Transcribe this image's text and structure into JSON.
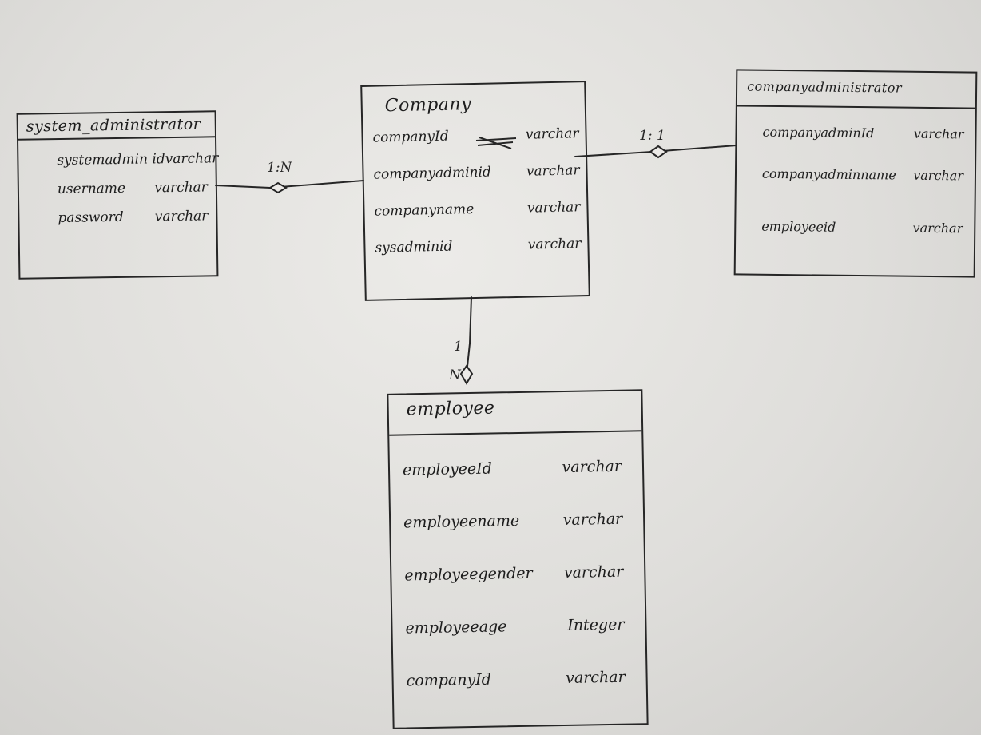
{
  "entities": {
    "system_administrator": {
      "title": "system_administrator",
      "fields": [
        {
          "name": "systemadmin id",
          "type": "varchar"
        },
        {
          "name": "username",
          "type": "varchar"
        },
        {
          "name": "password",
          "type": "varchar"
        }
      ]
    },
    "company": {
      "title": "Company",
      "fields": [
        {
          "name": "companyId",
          "type": "varchar"
        },
        {
          "name": "companyadminid",
          "type": "varchar"
        },
        {
          "name": "companyname",
          "type": "varchar"
        },
        {
          "name": "sysadminid",
          "type": "varchar"
        }
      ]
    },
    "company_administrator": {
      "title": "companyadministrator",
      "fields": [
        {
          "name": "companyadminId",
          "type": "varchar"
        },
        {
          "name": "companyadminname",
          "type": "varchar"
        },
        {
          "name": "employeeid",
          "type": "varchar"
        }
      ]
    },
    "employee": {
      "title": "employee",
      "fields": [
        {
          "name": "employeeId",
          "type": "varchar"
        },
        {
          "name": "employeename",
          "type": "varchar"
        },
        {
          "name": "employeegender",
          "type": "varchar"
        },
        {
          "name": "employeeage",
          "type": "Integer"
        },
        {
          "name": "companyId",
          "type": "varchar"
        }
      ]
    }
  },
  "relationships": {
    "sys_company": {
      "label": "1:N"
    },
    "company_cadmin": {
      "label": "1: 1"
    },
    "company_employee": {
      "one_label": "1",
      "many_label": "N"
    }
  }
}
